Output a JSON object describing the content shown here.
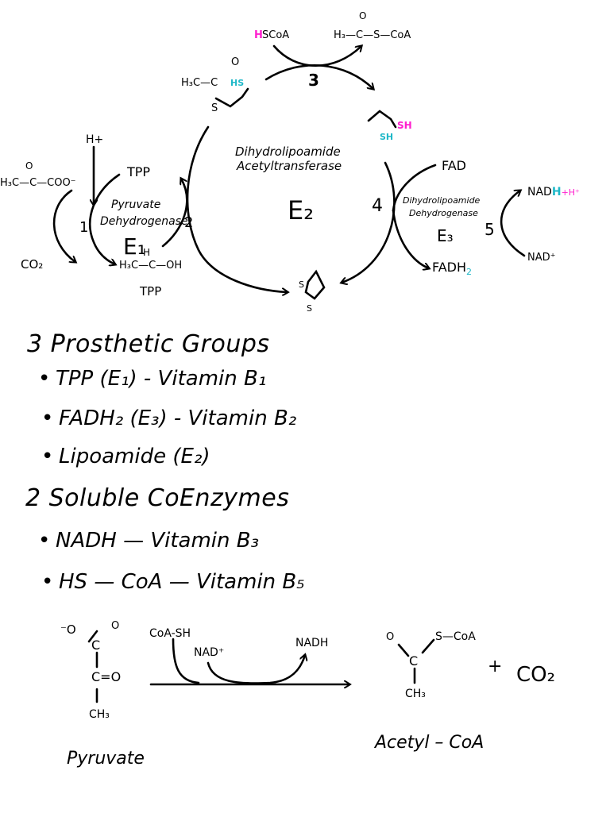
{
  "cycle": {
    "e2_name_line1": "Dihydrolipoamide",
    "e2_name_line2": "Acetyltransferase",
    "e2_label": "E₂",
    "e1_name_line1": "Pyruvate",
    "e1_name_line2": "Dehydrogenase",
    "e1_label": "E₁",
    "e3_name_line1": "Dihydrolipoamide",
    "e3_name_line2": "Dehydrogenase",
    "e3_label": "E₃",
    "step1": "1",
    "step2": "2",
    "step3": "3",
    "step4": "4",
    "step5": "5",
    "pyruvate_formula": "H₃C—C—COO⁻",
    "pyruvate_oxygen": "O",
    "proton": "H+",
    "tpp_top": "TPP",
    "co2": "CO₂",
    "hetpp_formula": "H₃C—C—OH",
    "hetpp_h": "H",
    "tpp_bottom": "TPP",
    "acetyl_lipo_left": "H₃C—C",
    "acetyl_lipo_o": "O",
    "acetyl_lipo_s": "S",
    "acetyl_lipo_hs": "HS",
    "hscoa_h": "H",
    "hscoa_rest": "SCoA",
    "acetylcoa_formula": "H₃—C—S—CoA",
    "acetylcoa_o": "O",
    "dihydro_sh1": "SH",
    "dihydro_sh2": "SH",
    "lipo_s1": "S",
    "lipo_s2": "S",
    "fad": "FAD",
    "fadh2_base": "FADH",
    "fadh2_sub": "2",
    "nadh_base": "NAD",
    "nadh_h": "H",
    "nadh_plus": "+H⁺",
    "nad_plus": "NAD⁺"
  },
  "notes": {
    "prosthetic_heading": "3 Prosthetic Groups",
    "prosthetic_items": [
      "TPP (E₁) - Vitamin B₁",
      "FADH₂ (E₃) - Vitamin B₂",
      "Lipoamide (E₂)"
    ],
    "coenzyme_heading": "2 Soluble CoEnzymes",
    "coenzyme_items": [
      "NADH — Vitamin B₃",
      "HS — CoA — Vitamin B₅"
    ]
  },
  "overall": {
    "pyr_o_minus": "⁻O",
    "pyr_o": "O",
    "pyr_c1": "C",
    "pyr_c2": "C=O",
    "pyr_ch3": "CH₃",
    "pyruvate_label": "Pyruvate",
    "coa_sh": "CoA-SH",
    "nad_plus": "NAD⁺",
    "nadh": "NADH",
    "prod_o": "O",
    "prod_scoa": "S—CoA",
    "prod_c": "C",
    "prod_ch3": "CH₃",
    "plus": "+",
    "co2": "CO₂",
    "acetyl_coa_label": "Acetyl – CoA"
  },
  "colors": {
    "ink": "#000000",
    "magenta": "#ff1fce",
    "cyan": "#1fb8c8"
  }
}
